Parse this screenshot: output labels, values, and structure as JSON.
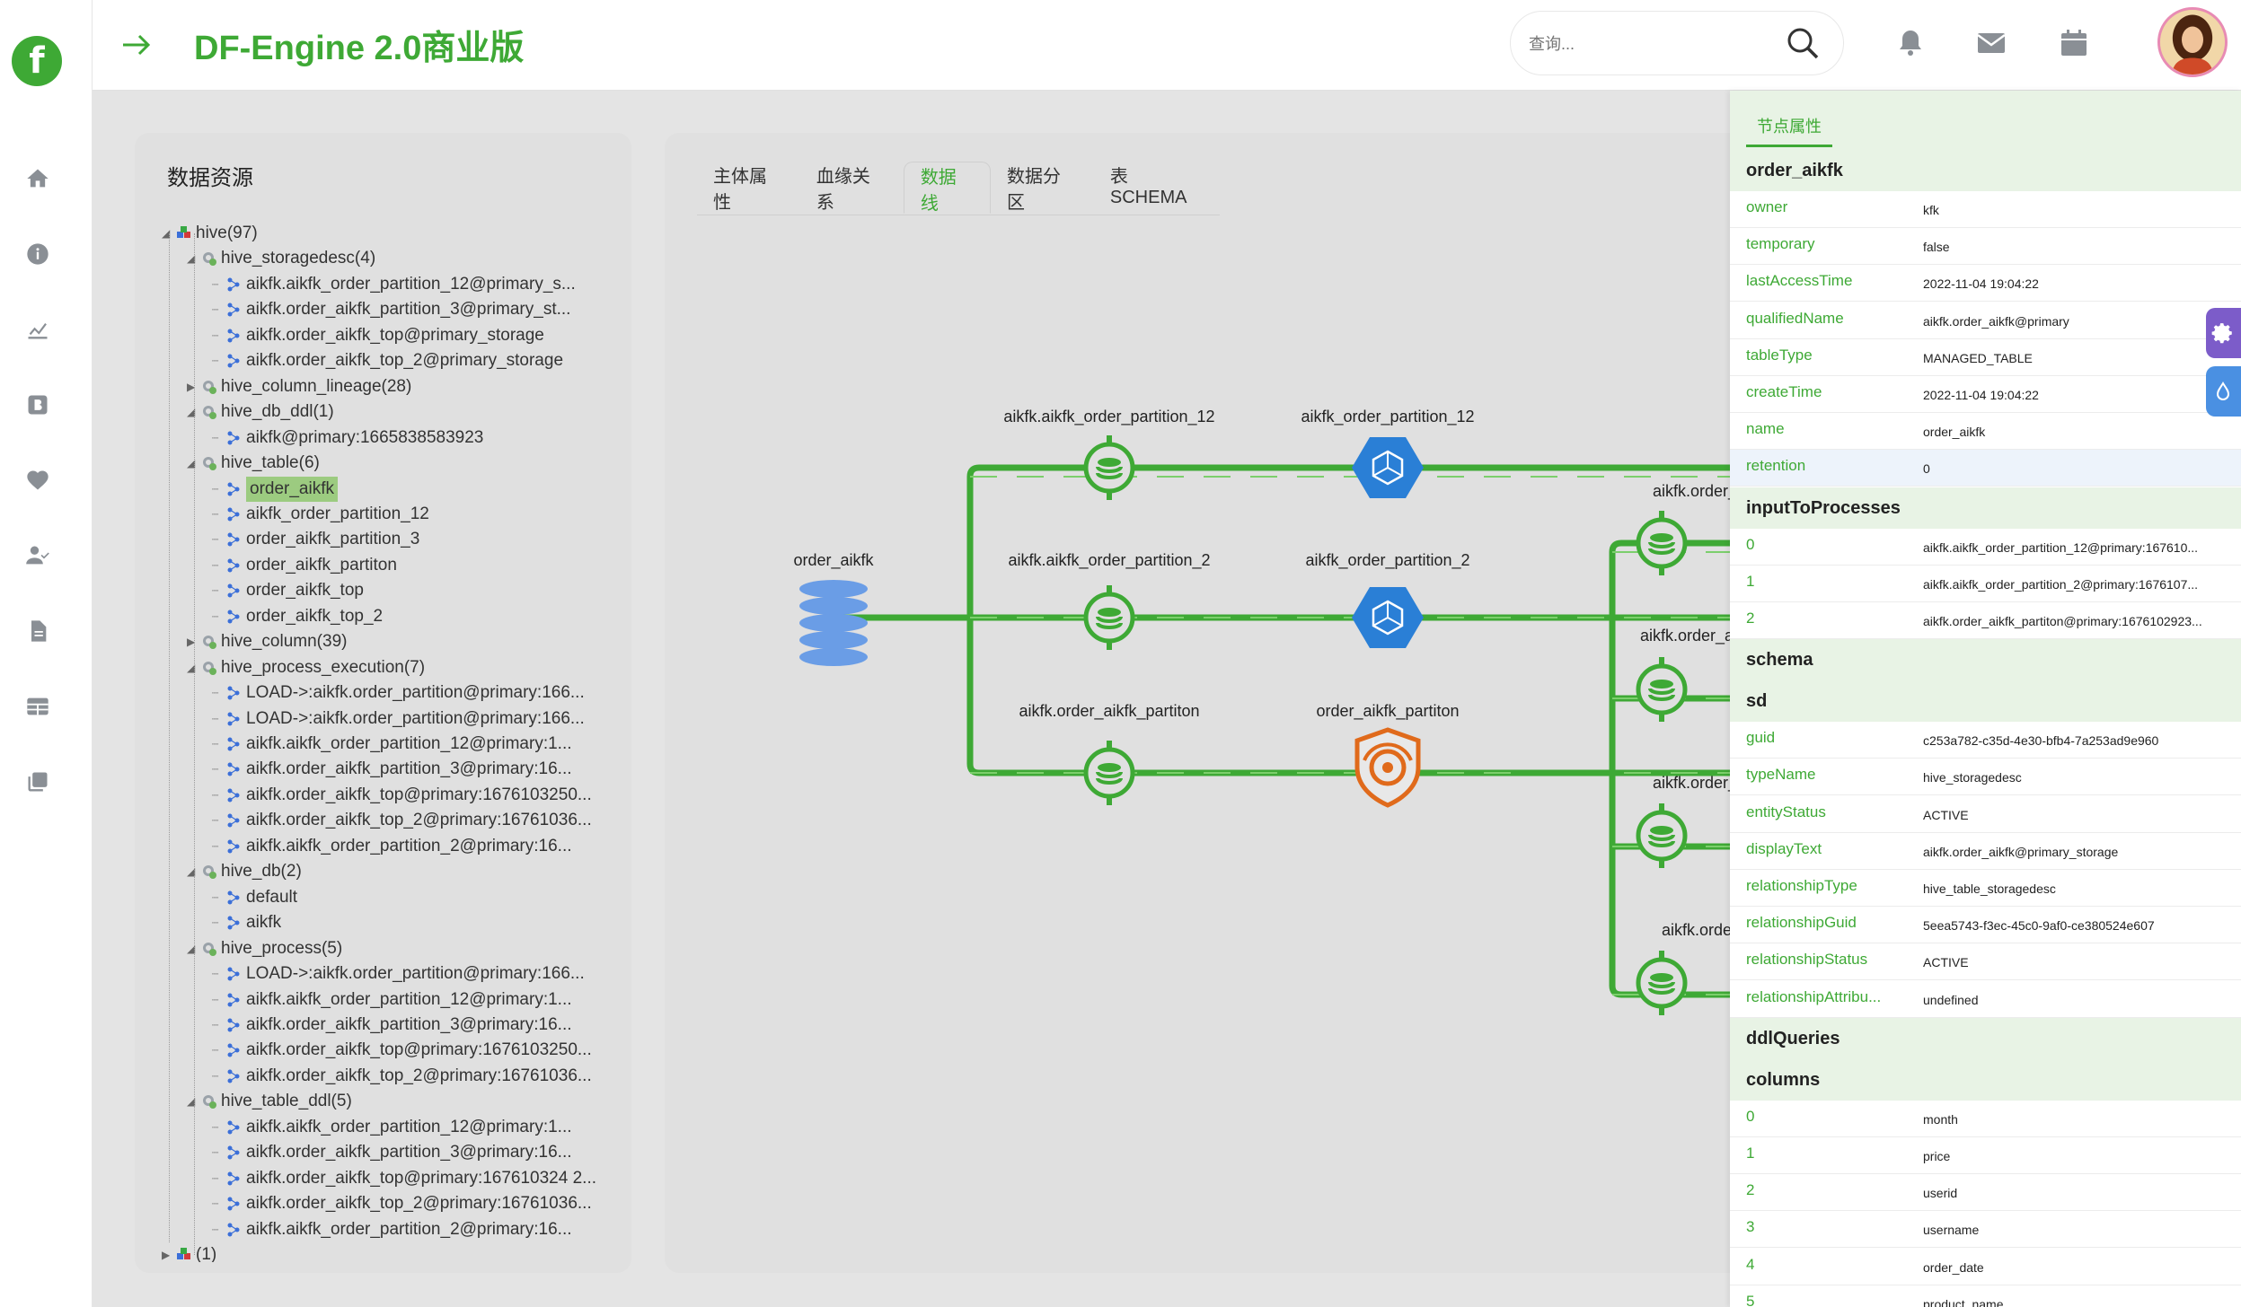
{
  "app": {
    "logo_letter": "f",
    "title": "DF-Engine 2.0商业版"
  },
  "search": {
    "placeholder": "查询..."
  },
  "sidebar_icons": [
    "home-icon",
    "info-icon",
    "chart-icon",
    "bold-icon",
    "heart-icon",
    "user-check-icon",
    "document-icon",
    "table-icon",
    "copy-icon"
  ],
  "left_panel": {
    "title": "数据资源",
    "tree": [
      {
        "label": "hive(97)",
        "depth": 0,
        "kind": "root",
        "expanded": true
      },
      {
        "label": "hive_storagedesc(4)",
        "depth": 1,
        "kind": "type",
        "expanded": true
      },
      {
        "label": "aikfk.aikfk_order_partition_12@primary_s...",
        "depth": 2,
        "kind": "entity"
      },
      {
        "label": "aikfk.order_aikfk_partition_3@primary_st...",
        "depth": 2,
        "kind": "entity"
      },
      {
        "label": "aikfk.order_aikfk_top@primary_storage",
        "depth": 2,
        "kind": "entity"
      },
      {
        "label": "aikfk.order_aikfk_top_2@primary_storage",
        "depth": 2,
        "kind": "entity"
      },
      {
        "label": "hive_column_lineage(28)",
        "depth": 1,
        "kind": "type",
        "expanded": false
      },
      {
        "label": "hive_db_ddl(1)",
        "depth": 1,
        "kind": "type",
        "expanded": true
      },
      {
        "label": "aikfk@primary:1665838583923",
        "depth": 2,
        "kind": "entity"
      },
      {
        "label": "hive_table(6)",
        "depth": 1,
        "kind": "type",
        "expanded": true
      },
      {
        "label": "order_aikfk",
        "depth": 2,
        "kind": "entity",
        "selected": true
      },
      {
        "label": "aikfk_order_partition_12",
        "depth": 2,
        "kind": "entity"
      },
      {
        "label": "order_aikfk_partition_3",
        "depth": 2,
        "kind": "entity"
      },
      {
        "label": "order_aikfk_partiton",
        "depth": 2,
        "kind": "entity"
      },
      {
        "label": "order_aikfk_top",
        "depth": 2,
        "kind": "entity"
      },
      {
        "label": "order_aikfk_top_2",
        "depth": 2,
        "kind": "entity"
      },
      {
        "label": "hive_column(39)",
        "depth": 1,
        "kind": "type",
        "expanded": false
      },
      {
        "label": "hive_process_execution(7)",
        "depth": 1,
        "kind": "type",
        "expanded": true
      },
      {
        "label": "LOAD->:aikfk.order_partition@primary:166...",
        "depth": 2,
        "kind": "entity"
      },
      {
        "label": "LOAD->:aikfk.order_partition@primary:166...",
        "depth": 2,
        "kind": "entity"
      },
      {
        "label": "aikfk.aikfk_order_partition_12@primary:1...",
        "depth": 2,
        "kind": "entity"
      },
      {
        "label": "aikfk.order_aikfk_partition_3@primary:16...",
        "depth": 2,
        "kind": "entity"
      },
      {
        "label": "aikfk.order_aikfk_top@primary:1676103250...",
        "depth": 2,
        "kind": "entity"
      },
      {
        "label": "aikfk.order_aikfk_top_2@primary:16761036...",
        "depth": 2,
        "kind": "entity"
      },
      {
        "label": "aikfk.aikfk_order_partition_2@primary:16...",
        "depth": 2,
        "kind": "entity"
      },
      {
        "label": "hive_db(2)",
        "depth": 1,
        "kind": "type",
        "expanded": true
      },
      {
        "label": "default",
        "depth": 2,
        "kind": "entity"
      },
      {
        "label": "aikfk",
        "depth": 2,
        "kind": "entity"
      },
      {
        "label": "hive_process(5)",
        "depth": 1,
        "kind": "type",
        "expanded": true
      },
      {
        "label": "LOAD->:aikfk.order_partition@primary:166...",
        "depth": 2,
        "kind": "entity"
      },
      {
        "label": "aikfk.aikfk_order_partition_12@primary:1...",
        "depth": 2,
        "kind": "entity"
      },
      {
        "label": "aikfk.order_aikfk_partition_3@primary:16...",
        "depth": 2,
        "kind": "entity"
      },
      {
        "label": "aikfk.order_aikfk_top@primary:1676103250...",
        "depth": 2,
        "kind": "entity"
      },
      {
        "label": "aikfk.order_aikfk_top_2@primary:16761036...",
        "depth": 2,
        "kind": "entity"
      },
      {
        "label": "hive_table_ddl(5)",
        "depth": 1,
        "kind": "type",
        "expanded": true
      },
      {
        "label": "aikfk.aikfk_order_partition_12@primary:1...",
        "depth": 2,
        "kind": "entity"
      },
      {
        "label": "aikfk.order_aikfk_partition_3@primary:16...",
        "depth": 2,
        "kind": "entity"
      },
      {
        "label": "aikfk.order_aikfk_top@primary:167610324 2...",
        "depth": 2,
        "kind": "entity"
      },
      {
        "label": "aikfk.order_aikfk_top_2@primary:16761036...",
        "depth": 2,
        "kind": "entity"
      },
      {
        "label": "aikfk.aikfk_order_partition_2@primary:16...",
        "depth": 2,
        "kind": "entity"
      },
      {
        "label": "(1)",
        "depth": 0,
        "kind": "root",
        "expanded": false
      }
    ]
  },
  "center_panel": {
    "tabs": [
      {
        "label": "主体属性",
        "active": false
      },
      {
        "label": "血缘关系",
        "active": false
      },
      {
        "label": "数据线",
        "active": true
      },
      {
        "label": "数据分区",
        "active": false
      },
      {
        "label": "表SCHEMA",
        "active": false
      }
    ],
    "graph": {
      "source": {
        "label": "order_aikfk",
        "type": "database"
      },
      "processes": [
        {
          "label": "aikfk.aikfk_order_partition_12"
        },
        {
          "label": "aikfk.aikfk_order_partition_2"
        },
        {
          "label": "aikfk.order_aikfk_partiton"
        }
      ],
      "targets": [
        {
          "label": "aikfk_order_partition_12",
          "type": "hex"
        },
        {
          "label": "aikfk_order_partition_2",
          "type": "hex"
        },
        {
          "label": "order_aikfk_partiton",
          "type": "shield"
        }
      ],
      "downstream": [
        {
          "label": "aikfk.order_aikfk_top"
        },
        {
          "label": "aikfk.order_aikfk_partiti"
        },
        {
          "label": "aikfk.order_aikfk_top"
        },
        {
          "label": "aikfk.order_aikfk_to"
        }
      ]
    }
  },
  "right_panel": {
    "tab": "节点属性",
    "entity_name": "order_aikfk",
    "attributes": [
      {
        "key": "owner",
        "value": "kfk"
      },
      {
        "key": "temporary",
        "value": "false"
      },
      {
        "key": "lastAccessTime",
        "value": "2022-11-04 19:04:22"
      },
      {
        "key": "qualifiedName",
        "value": "aikfk.order_aikfk@primary"
      },
      {
        "key": "tableType",
        "value": "MANAGED_TABLE"
      },
      {
        "key": "createTime",
        "value": "2022-11-04 19:04:22"
      },
      {
        "key": "name",
        "value": "order_aikfk"
      },
      {
        "key": "retention",
        "value": "0",
        "highlight": true
      }
    ],
    "inputToProcesses_title": "inputToProcesses",
    "inputToProcesses": [
      {
        "key": "0",
        "value": "aikfk.aikfk_order_partition_12@primary:167610..."
      },
      {
        "key": "1",
        "value": "aikfk.aikfk_order_partition_2@primary:1676107..."
      },
      {
        "key": "2",
        "value": "aikfk.order_aikfk_partiton@primary:1676102923..."
      }
    ],
    "schema_title": "schema",
    "sd_title": "sd",
    "sd": [
      {
        "key": "guid",
        "value": "c253a782-c35d-4e30-bfb4-7a253ad9e960"
      },
      {
        "key": "typeName",
        "value": "hive_storagedesc"
      },
      {
        "key": "entityStatus",
        "value": "ACTIVE"
      },
      {
        "key": "displayText",
        "value": "aikfk.order_aikfk@primary_storage"
      },
      {
        "key": "relationshipType",
        "value": "hive_table_storagedesc"
      },
      {
        "key": "relationshipGuid",
        "value": "5eea5743-f3ec-45c0-9af0-ce380524e607"
      },
      {
        "key": "relationshipStatus",
        "value": "ACTIVE"
      },
      {
        "key": "relationshipAttribu...",
        "value": "undefined"
      }
    ],
    "ddlQueries_title": "ddlQueries",
    "columns_title": "columns",
    "columns": [
      {
        "key": "0",
        "value": "month"
      },
      {
        "key": "1",
        "value": "price"
      },
      {
        "key": "2",
        "value": "userid"
      },
      {
        "key": "3",
        "value": "username"
      },
      {
        "key": "4",
        "value": "order_date"
      },
      {
        "key": "5",
        "value": "product_name"
      }
    ]
  },
  "colors": {
    "accent": "#3ea935",
    "hex_node": "#2a7fd6",
    "shield_node": "#e06a1b",
    "db_node": "#6a9de6",
    "float_btn": "#7c5cc9",
    "float_btn2": "#4a90e2"
  }
}
